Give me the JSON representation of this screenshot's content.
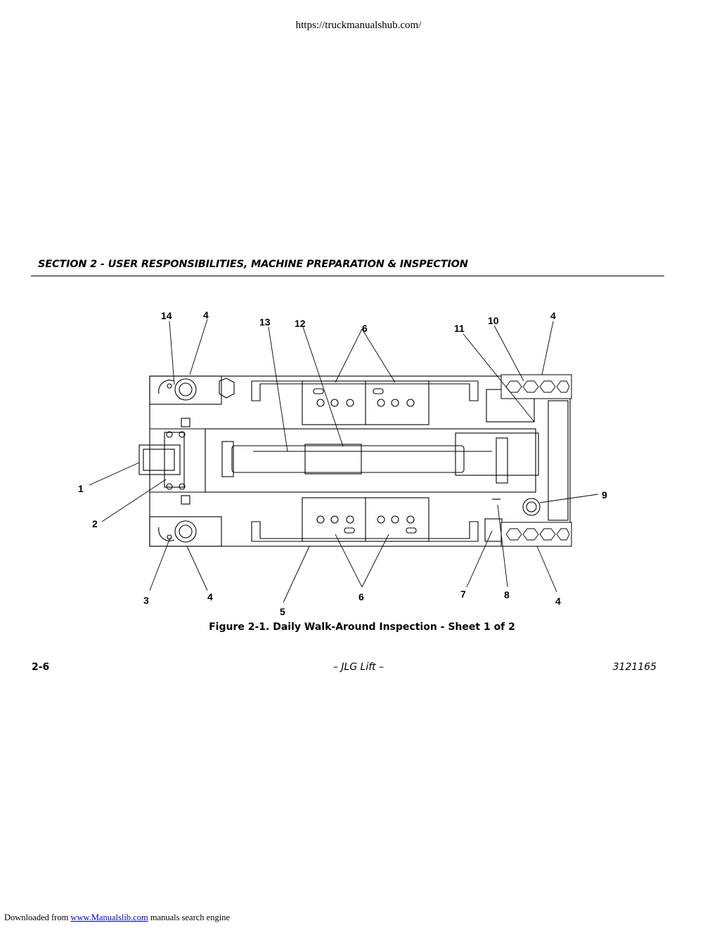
{
  "header": {
    "url": "https://truckmanualshub.com/"
  },
  "section": {
    "title": "SECTION 2 - USER RESPONSIBILITIES, MACHINE PREPARATION & INSPECTION"
  },
  "figure": {
    "caption": "Figure 2-1. Daily Walk-Around Inspection - Sheet 1 of 2",
    "callouts": [
      "1",
      "2",
      "3",
      "4",
      "4",
      "4",
      "4",
      "5",
      "6",
      "6",
      "7",
      "8",
      "9",
      "10",
      "11",
      "12",
      "13",
      "14"
    ]
  },
  "footer": {
    "page": "2-6",
    "center": "– JLG Lift –",
    "doc_number": "3121165"
  },
  "download": {
    "prefix": "Downloaded from",
    "link": "www.Manualslib.com",
    "suffix": "manuals search engine"
  }
}
